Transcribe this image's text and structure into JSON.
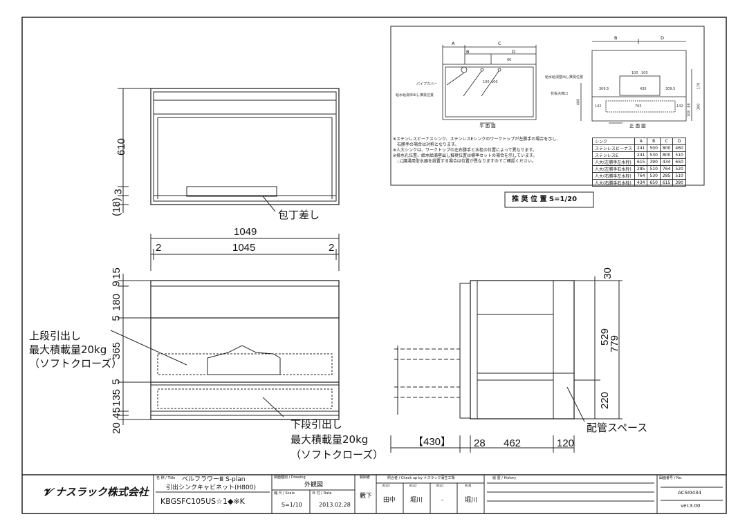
{
  "top_view": {
    "dim_610": "610",
    "dim_3": "3",
    "dim_18": "(18)",
    "knife_holder_label": "包丁差し"
  },
  "width_dims": {
    "overall": "1049",
    "left": "2",
    "middle": "1045",
    "right": "2"
  },
  "front_view": {
    "left_dims": [
      "9",
      "15",
      "180",
      "5",
      "365",
      "5",
      "135",
      "45",
      "20"
    ],
    "upper_drawer": [
      "上段引出し",
      "最大積載量20kg",
      "（ソフトクローズ）"
    ],
    "lower_drawer": [
      "下段引出し",
      "最大積載量20kg",
      "（ソフトクローズ）"
    ]
  },
  "side_view": {
    "right_dims": {
      "d30": "30",
      "d529": "529",
      "d779": "779",
      "d220": "220"
    },
    "bottom_dims": {
      "d430": "【430】",
      "d28": "28",
      "d462": "462",
      "d120": "120"
    },
    "piping_label": "配管スペース"
  },
  "recommended": {
    "caption": "推 奨 位 置 S=1/20",
    "plan": {
      "title": "平 面 図",
      "pipe_cover": "パイプカバー",
      "floor_outlet": "給水給湯床出し推奨位置",
      "labels": {
        "A": "A",
        "B": "B",
        "C": "C",
        "D": "D"
      },
      "dims": [
        "60",
        "100",
        "100"
      ]
    },
    "front": {
      "title": "正 面 図",
      "wall_outlet": "給水給湯壁出し推奨位置",
      "inspection": "背板点検口",
      "labels": {
        "B": "B",
        "D": "D"
      },
      "dims": {
        "d100a": "100",
        "d100b": "100",
        "left": "309.5",
        "mid": "430",
        "right": "309.5",
        "l142": "142",
        "d765": "765",
        "r142": "142",
        "d400": "400",
        "d170": "170",
        "d300": "300",
        "d88": "88",
        "d108": "108"
      }
    },
    "notes": [
      "※ステンレスビーナスシンク、ステンレスEシンクのワークトップが左勝手の場合を示し、",
      "　右勝手の場合は対称となります。",
      "※人大シンクは、ワークトップの左右勝手と水栓の位置によって異なります。",
      "※排水孔位置、給水給湯壁出し推奨位置は標準セットの場合を示しています。",
      "　្譲湯用型水器を設置する場合は位置が異なりますのでご確認ください。"
    ],
    "table": {
      "headers": [
        "シンク",
        "A",
        "B",
        "C",
        "D"
      ],
      "rows": [
        [
          "ステンレスビーナス",
          "241",
          "500",
          "800",
          "460"
        ],
        [
          "ステンレスE",
          "241",
          "530",
          "800",
          "510"
        ],
        [
          "人大(左勝手左水栓)",
          "615",
          "390",
          "434",
          "650"
        ],
        [
          "人大(左勝手右水栓)",
          "285",
          "510",
          "764",
          "520"
        ],
        [
          "人大(右勝手左水栓)",
          "764",
          "530",
          "285",
          "510"
        ],
        [
          "人大(右勝手右水栓)",
          "434",
          "650",
          "615",
          "390"
        ]
      ]
    }
  },
  "title_block": {
    "company": "ナスラック株式会社",
    "title_label": "名 称 / Title",
    "title_line1": "ベルフラワーⅢ S-plan",
    "title_line2": "引出シンクキャビネット(H800)",
    "model": "KBGSFC105US☆1◆※K",
    "drawing_label": "図面種別 / Drawing",
    "drawing": "外観図",
    "scale_label": "縮 尺 / Scale",
    "scale": "S=1/10",
    "date_label": "日 付 / Date",
    "date": "2013.02.28",
    "drafter_label": "製図者",
    "drafter": "藪下",
    "check_label": "照合者 / Check up by ナスラック蒲生工場",
    "check_cols": [
      "担当3",
      "担当2",
      "担当1",
      "所 属"
    ],
    "checkers": [
      "田中",
      "堀川",
      "-",
      "堀川"
    ],
    "history_label": "履 歴 / History",
    "no_label": "図面番号 / No.",
    "number": "ACSI0434",
    "version": "ver.3.00"
  }
}
